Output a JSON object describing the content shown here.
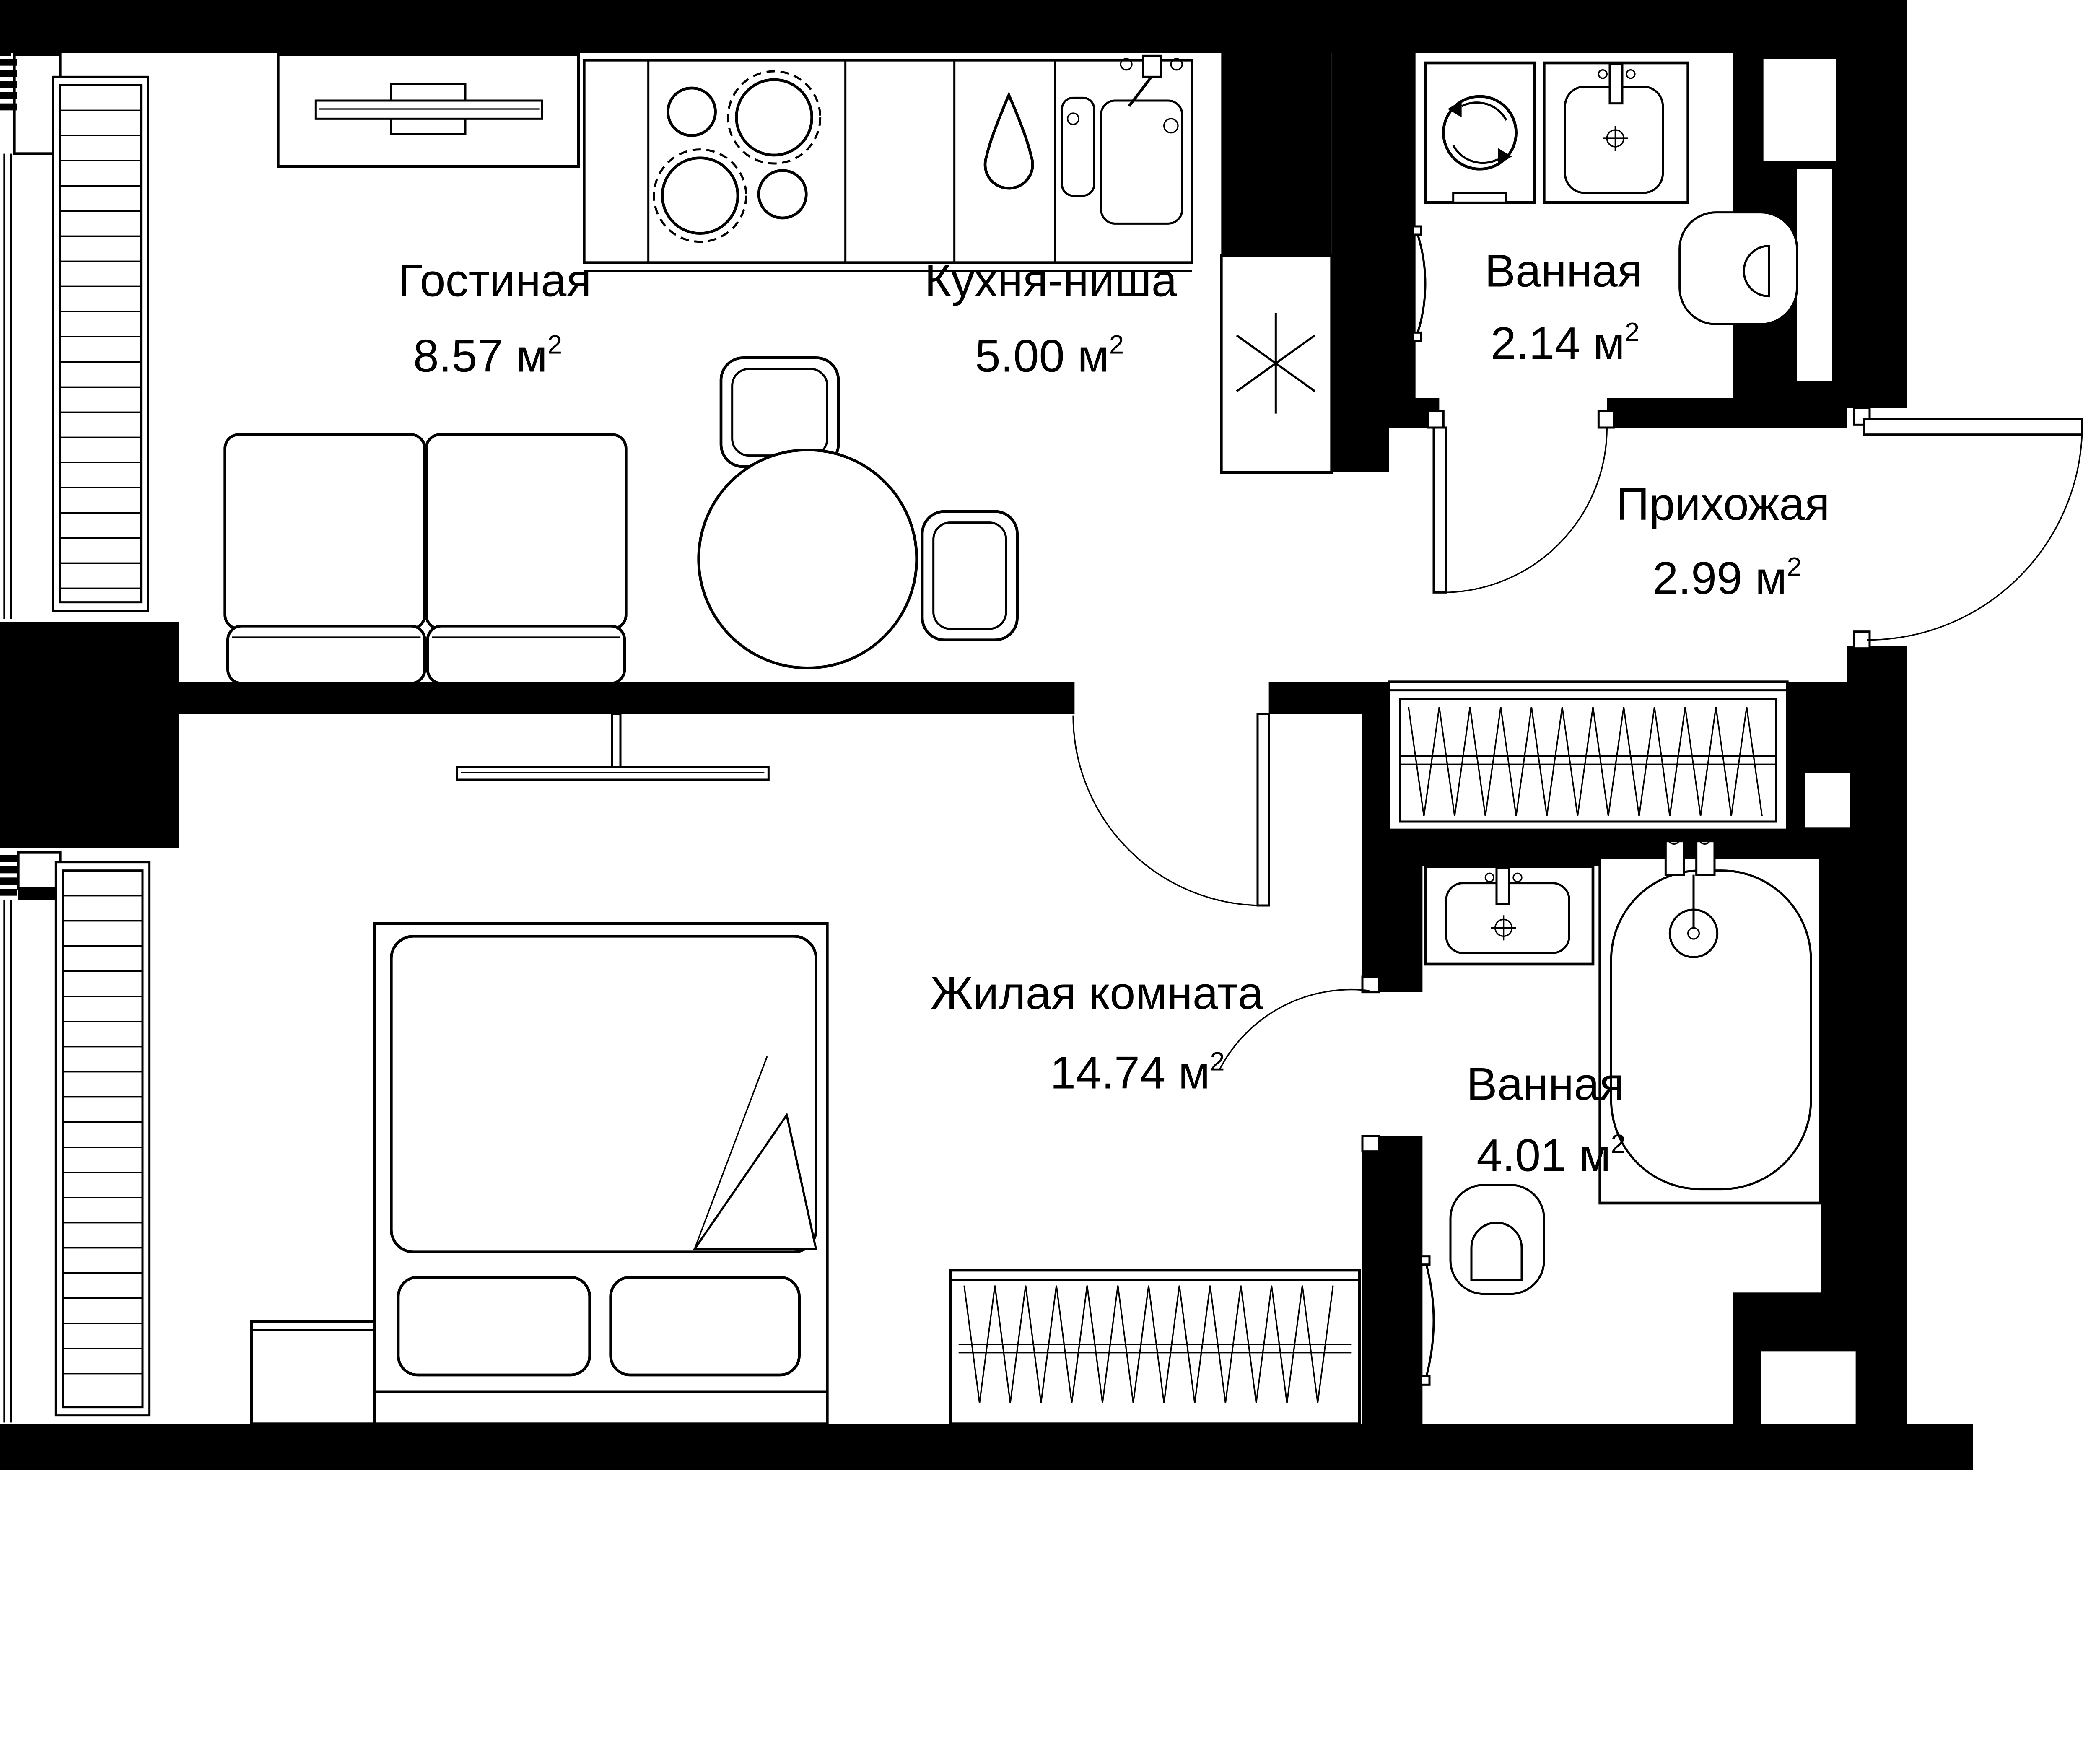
{
  "plan_title": "Apartment floor plan",
  "rooms": [
    {
      "id": "living",
      "name": "Гостиная",
      "area": "8.57 м",
      "sup": "2"
    },
    {
      "id": "kitchen",
      "name": "Кухня-ниша",
      "area": "5.00 м",
      "sup": "2"
    },
    {
      "id": "bath-small",
      "name": "Ванная",
      "area": "2.14 м",
      "sup": "2"
    },
    {
      "id": "hall",
      "name": "Прихожая",
      "area": "2.99 м",
      "sup": "2"
    },
    {
      "id": "bedroom",
      "name": "Жилая комната",
      "area": "14.74 м",
      "sup": "2"
    },
    {
      "id": "bath-big",
      "name": "Ванная",
      "area": "4.01 м",
      "sup": "2"
    }
  ],
  "colors": {
    "wall": "#000000",
    "background": "#ffffff",
    "line": "#000000"
  }
}
